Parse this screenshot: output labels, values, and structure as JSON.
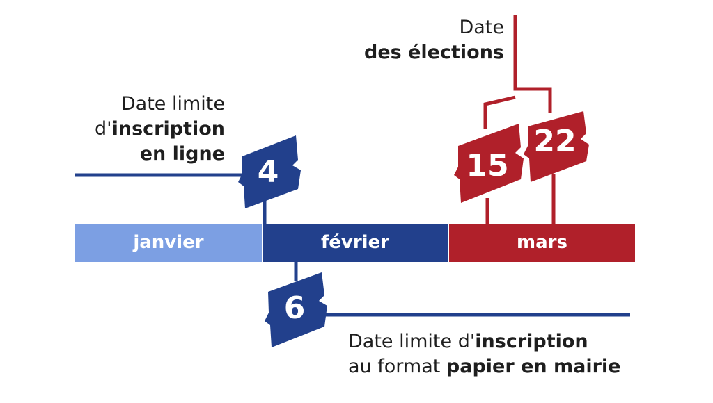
{
  "colors": {
    "blue_dark": "#22408c",
    "blue_light": "#7c9fe3",
    "red": "#b0202a"
  },
  "months": [
    "janvier",
    "février",
    "mars"
  ],
  "dates": {
    "online": {
      "day": "4",
      "line1": "Date limite",
      "line2_prefix": "d'",
      "line2_bold": "inscription",
      "line3": "en ligne"
    },
    "paper": {
      "day": "6",
      "line1_prefix": "Date limite d'",
      "line1_bold": "inscription",
      "line2_prefix": "au format ",
      "line2_bold": "papier en mairie"
    },
    "election": {
      "day1": "15",
      "day2": "22",
      "line1": "Date",
      "line2": "des élections"
    }
  }
}
